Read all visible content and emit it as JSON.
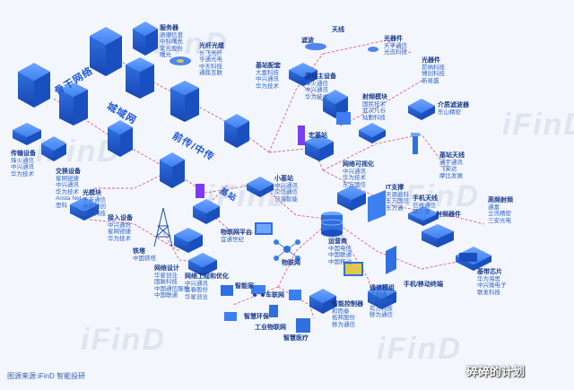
{
  "watermark": "iFinD",
  "colors": {
    "accent": "#1f5ad6",
    "link": "#e2607a",
    "device": "#2f6fe0",
    "bg": "#f3f6fc"
  },
  "layers": {
    "core": "骨干网络",
    "metro": "城域网",
    "access": "前传/中传",
    "base": "基站"
  },
  "nodes": [
    {
      "id": "server",
      "title": "服务器",
      "lines": [
        "浪潮信息",
        "中科曙光",
        "紫光股份",
        "曙光"
      ]
    },
    {
      "id": "optical-module",
      "title": "光纤光缆",
      "lines": [
        "长飞光纤",
        "亨通光电",
        "中天科技",
        "通鼎互联"
      ]
    },
    {
      "id": "filter",
      "title": "滤波",
      "lines": []
    },
    {
      "id": "antenna-top",
      "title": "天线",
      "lines": []
    },
    {
      "id": "optical-chip",
      "title": "光器件",
      "lines": [
        "天孚通信",
        "光迅科技"
      ]
    },
    {
      "id": "optical-device",
      "title": "光器件",
      "lines": [
        "昂纳科技",
        "博创科技",
        "新易盛"
      ]
    },
    {
      "id": "base-station-parts",
      "title": "基站配套",
      "lines": [
        "大富科技",
        "中兴通讯",
        "华为技术"
      ]
    },
    {
      "id": "base-station-main",
      "title": "基站主设备",
      "lines": [
        "烽火通信",
        "中兴通讯",
        "华为技术"
      ]
    },
    {
      "id": "rf-module",
      "title": "射频模块",
      "lines": [
        "国民技术",
        "武汉凡谷",
        "灿勤科技"
      ]
    },
    {
      "id": "dielectric-filter",
      "title": "介质滤波器",
      "lines": [
        "东山精密"
      ]
    },
    {
      "id": "transport-equip",
      "title": "传输设备",
      "lines": [
        "烽火通信",
        "中兴通讯",
        "华为技术"
      ]
    },
    {
      "id": "switch",
      "title": "交换设备",
      "lines": [
        "星网锐捷",
        "中兴通讯",
        "华为技术",
        "Arista Net",
        "思科"
      ]
    },
    {
      "id": "macro-station",
      "title": "宏基站",
      "lines": []
    },
    {
      "id": "small-station",
      "title": "小基站",
      "lines": [
        "中兴通讯",
        "京信通信",
        "日海智能"
      ]
    },
    {
      "id": "network-virtual",
      "title": "网络可视化",
      "lines": [
        "中兴通讯",
        "华为技术",
        "东方国信"
      ]
    },
    {
      "id": "antenna",
      "title": "基站天线",
      "lines": [
        "通宇通讯",
        "飞荣达",
        "摩比发展"
      ]
    },
    {
      "id": "optical-module-left",
      "title": "光模块",
      "lines": [
        "天孚通信",
        "中际旭创",
        "华工科技"
      ]
    },
    {
      "id": "access-equip",
      "title": "接入设备",
      "lines": [
        "中兴通讯",
        "星网锐捷",
        "华为技术"
      ]
    },
    {
      "id": "iron-tower",
      "title": "铁塔",
      "lines": [
        "中国铁塔"
      ]
    },
    {
      "id": "iot-platform",
      "title": "物联网平台",
      "lines": [
        "宜通世纪"
      ]
    },
    {
      "id": "it-support",
      "title": "IT支撑",
      "lines": [
        "天源迪科",
        "东方国信",
        "东方通"
      ]
    },
    {
      "id": "mobile-antenna",
      "title": "手机天线",
      "lines": [
        "信维通信",
        "硕贝德"
      ]
    },
    {
      "id": "hf-rf",
      "title": "高频射频",
      "lines": [
        "通富",
        "立讯精密",
        "三安光电"
      ]
    },
    {
      "id": "rf-device",
      "title": "射频器件",
      "lines": []
    },
    {
      "id": "operator",
      "title": "运营商",
      "lines": [
        "中国电信",
        "中国联通",
        "中国移动"
      ]
    },
    {
      "id": "network-design",
      "title": "网络设计",
      "lines": [
        "华星创业",
        "国脉科技",
        "中国通信服务",
        "中国联通"
      ]
    },
    {
      "id": "network-opt",
      "title": "网络工程和优化",
      "lines": [
        "中兴通讯",
        "富春股份",
        "华星创业"
      ]
    },
    {
      "id": "baseband-chip",
      "title": "基带芯片",
      "lines": [
        "华为海思",
        "中兴微电子",
        "联发科技"
      ]
    },
    {
      "id": "smart-home",
      "title": "智能家",
      "lines": []
    },
    {
      "id": "car-network",
      "title": "车联网",
      "lines": []
    },
    {
      "id": "smart-env",
      "title": "智慧环保",
      "lines": []
    },
    {
      "id": "industrial-iot",
      "title": "工业物联网",
      "lines": []
    },
    {
      "id": "smart-medical",
      "title": "智慧医疗",
      "lines": []
    },
    {
      "id": "comm-module",
      "title": "通信模组",
      "lines": [
        "广和通",
        "移远通信",
        "有方科技",
        "移为通信"
      ]
    },
    {
      "id": "smart-controller",
      "title": "智能控制器",
      "lines": [
        "和而泰",
        "拓邦股份",
        "移为通信"
      ]
    },
    {
      "id": "iot-node",
      "title": "物联网",
      "lines": []
    },
    {
      "id": "terminal",
      "title": "手机/移动终端",
      "lines": []
    }
  ],
  "footer": {
    "source": "图源来源:iFinD 智能投研",
    "brand": "碎碎的计划"
  }
}
